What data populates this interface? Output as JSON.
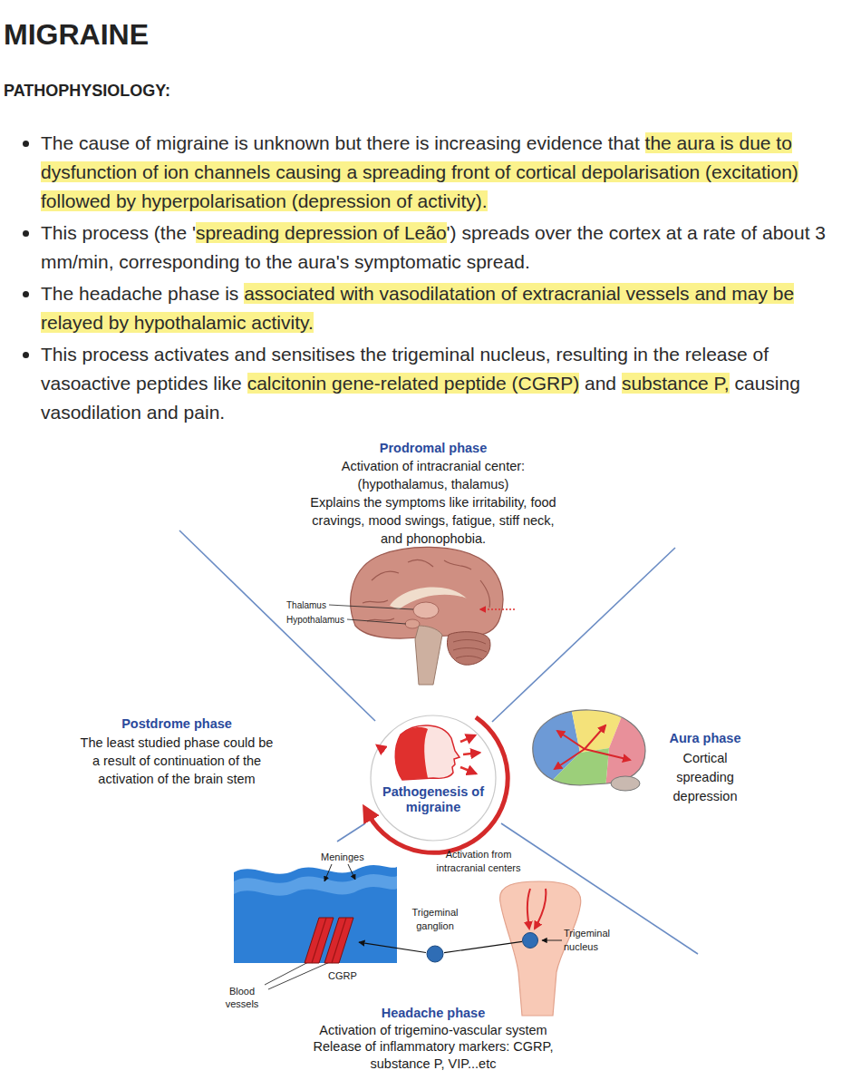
{
  "diagram": {
    "title": "MIGRAINE",
    "nodes": [
      {
        "text": [
          "Pathogenesis of migraine"
        ]
      },
      {
        "text": [
          "Blood vessels"
        ]
      },
      {
        "text": [
          "Trigeminal ganglion"
        ]
      },
      {
        "text": [
          "Trigeminal nucleus"
        ]
      }
    ],
    "edges": [
      {
        "from": 2,
        "to": 1,
        "arrow": "to"
      },
      {
        "from": 2,
        "to": 3,
        "arrow": "none"
      }
    ],
    "labels": [
      "PATHOPHYSIOLOGY:",
      "The cause of migraine is unknown but there is increasing evidence that",
      "the aura is due to dysfunction of ion channels causing a spreading front of cortical depolarisation (excitation) followed by hyperpolarisation (depression of activity).",
      "This process (the '",
      "spreading depression of Leão",
      "') spreads over the cortex at a rate of about 3 mm/min, corresponding to the aura's symptomatic spread.",
      "The headache phase is",
      "associated with vasodilatation of extracranial vessels and may be relayed by hypothalamic activity.",
      "This process activates and sensitises the trigeminal nucleus, resulting in the release of vasoactive peptides like",
      "calcitonin gene-related peptide (CGRP)",
      "and",
      "substance P,",
      "causing vasodilation and pain.",
      "Prodromal phase",
      "Activation of intracranial center:",
      "(hypothalamus, thalamus)",
      "Explains the symptoms like irritability, food cravings, mood swings, fatigue, stiff neck, and phonophobia.",
      "Thalamus",
      "Hypothalamus",
      "Aura phase",
      "Cortical spreading depression",
      "Postdrome phase",
      "The least studied phase could be a result of continuation of the activation of the brain stem",
      "Meninges",
      "Activation from intracranial centers",
      "CGRP",
      "Headache phase",
      "Activation of trigemino-vascular system",
      "Release of inflammatory markers: CGRP, substance P, VIP...etc"
    ]
  }
}
